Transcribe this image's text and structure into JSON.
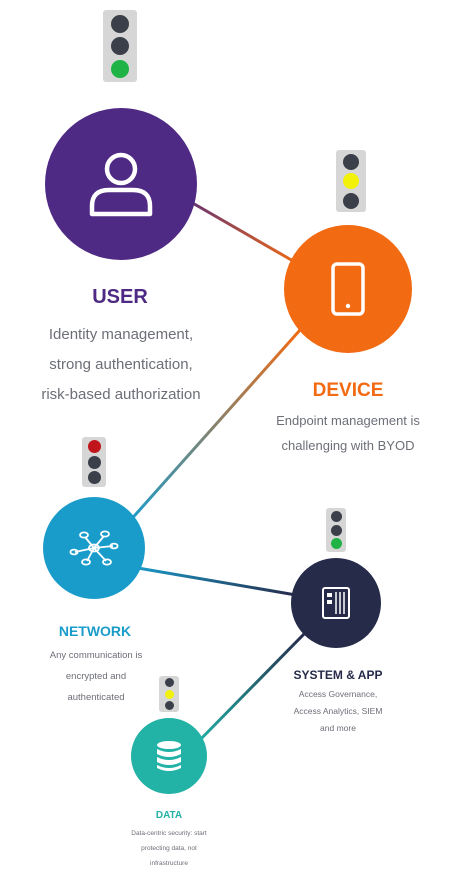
{
  "colors": {
    "user": "#4e2a84",
    "device": "#f26a12",
    "network": "#1a9ccb",
    "system": "#262b4a",
    "data": "#22b2a6",
    "lamp_off": "#3a3f4a",
    "lamp_green": "#1fb345",
    "lamp_yellow": "#f1f10a",
    "lamp_red": "#c0161b"
  },
  "nodes": {
    "user": {
      "title": "USER",
      "desc": [
        "Identity management,",
        "strong authentication,",
        "risk-based authorization"
      ],
      "icon": "person-icon",
      "light": "green"
    },
    "device": {
      "title": "DEVICE",
      "desc": [
        "Endpoint management is",
        "challenging with BYOD"
      ],
      "icon": "tablet-icon",
      "light": "yellow"
    },
    "network": {
      "title": "NETWORK",
      "desc": [
        "Any communication is",
        "encrypted and",
        "authenticated"
      ],
      "icon": "network-hub-icon",
      "light": "red"
    },
    "system": {
      "title": "SYSTEM & APP",
      "desc": [
        "Access Governance,",
        "Access Analytics, SIEM",
        "and more"
      ],
      "icon": "server-icon",
      "light": "green"
    },
    "data": {
      "title": "DATA",
      "desc": [
        "Data-centric security: start",
        "protecting data, not",
        "infrastructure"
      ],
      "icon": "database-icon",
      "light": "yellow"
    }
  }
}
